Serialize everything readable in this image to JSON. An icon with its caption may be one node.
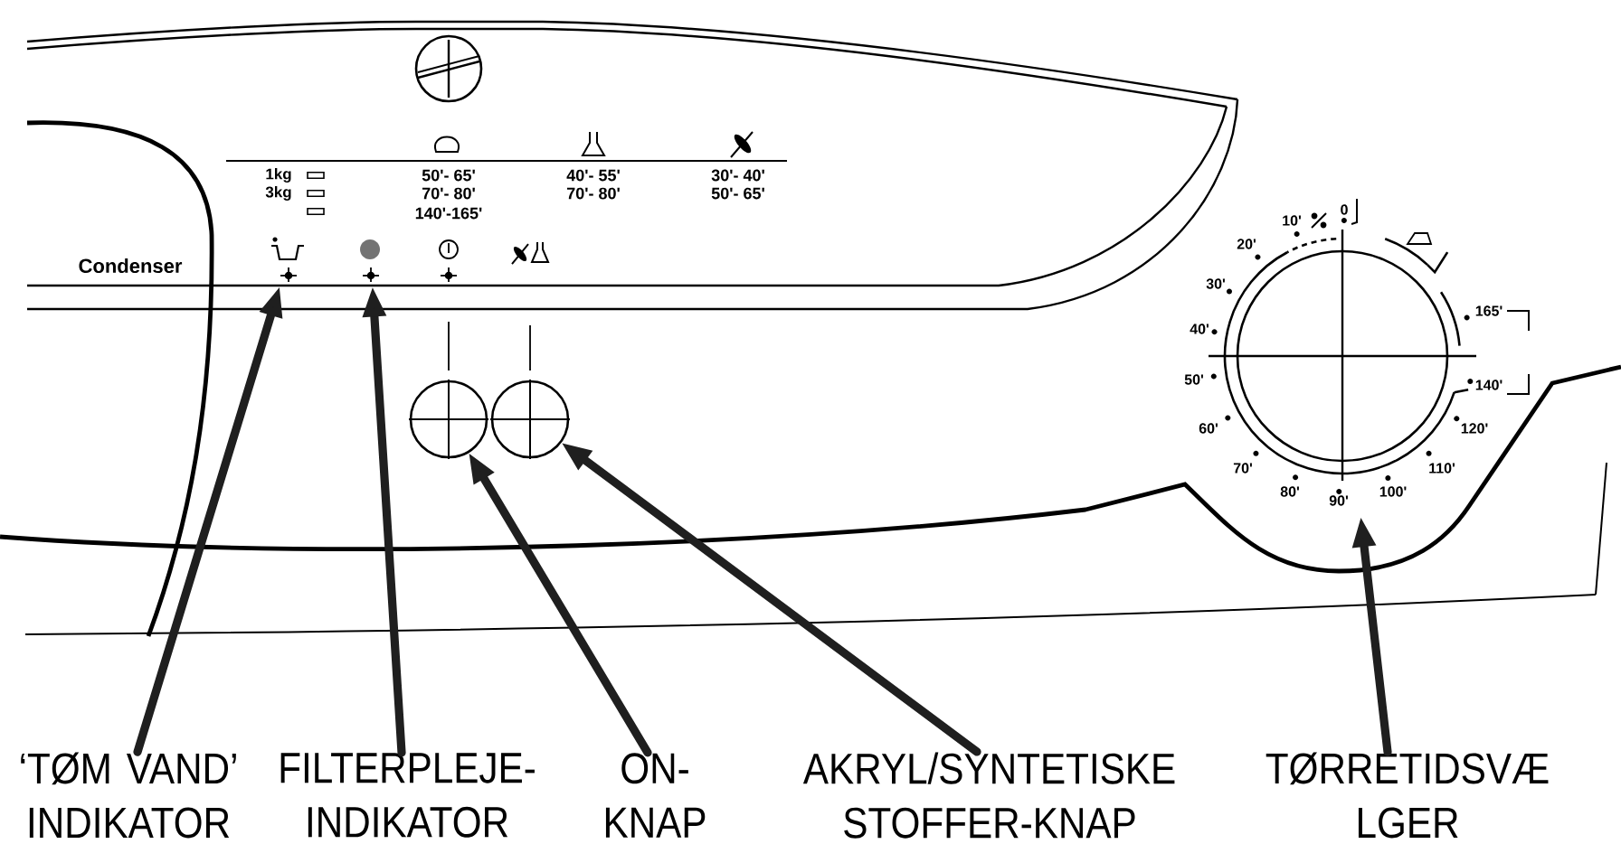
{
  "diagram": {
    "nodes": [
      {
        "text": [],
        "shape": "picture"
      },
      {
        "text": [],
        "shape": "picture"
      },
      {
        "text": [],
        "shape": "circle"
      },
      {
        "text": [],
        "shape": "circle"
      },
      {
        "text": [],
        "shape": "circle"
      },
      {
        "text": [
          "‘TØM VAND’ INDIKATOR"
        ]
      },
      {
        "text": [
          "FILTERPLEJE- INDIKATOR"
        ]
      },
      {
        "text": [
          "ON- KNAP"
        ]
      },
      {
        "text": [
          "AKRYL/SYNTETISKE STOFFER-KNAP"
        ]
      },
      {
        "text": [
          "TØRRETIDSVÆ LGER"
        ]
      }
    ],
    "edges": [
      {
        "from": 5,
        "to": 0,
        "arrow": "to"
      },
      {
        "from": 6,
        "to": 1,
        "arrow": "to"
      },
      {
        "from": 7,
        "to": 2,
        "arrow": "to"
      },
      {
        "from": 8,
        "to": 3,
        "arrow": "to"
      },
      {
        "from": 9,
        "to": 4,
        "arrow": "to"
      }
    ],
    "labels": [
      "1kg",
      "50'- 65'",
      "40'- 55'",
      "30'- 40'",
      "3kg",
      "70'- 80'",
      "70'- 80'",
      "50'- 65'",
      "140'-165'",
      "Condenser",
      "0",
      "10'",
      "20'",
      "30'",
      "40'",
      "50'",
      "60'",
      "70'",
      "80'",
      "90'",
      "100'",
      "110'",
      "120'",
      "140'",
      "165'"
    ]
  }
}
